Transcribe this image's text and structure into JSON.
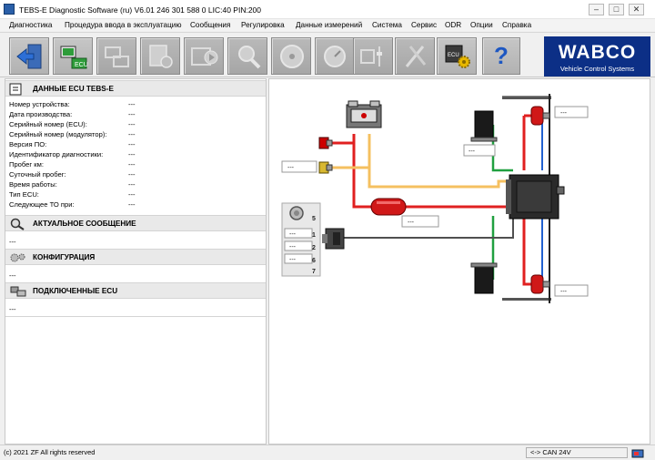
{
  "window": {
    "title": "TEBS-E Diagnostic Software (ru) V6.01  246 301 588 0  LIC:40 PIN:200",
    "controls": [
      "–",
      "□",
      "✕"
    ]
  },
  "menu": [
    "Диагностика",
    "Процедура ввода в эксплуатацию",
    "Сообщения",
    "Регулировка",
    "Данные измерений",
    "Система",
    "Сервис",
    "ODR",
    "Опции",
    "Справка"
  ],
  "toolbar": {
    "buttons": [
      "exit",
      "ecu-connect",
      "transfer",
      "documents",
      "video",
      "search",
      "disc",
      "diagnostic-measure",
      "regulation",
      "ecu-config"
    ],
    "help_label": "?"
  },
  "brand": {
    "name": "WABCO",
    "tagline": "Vehicle Control Systems",
    "color": "#0c2f86"
  },
  "ecu_data": {
    "title": "ДАННЫЕ ECU TEBS-E",
    "fields": [
      {
        "label": "Номер устройства:",
        "value": "---"
      },
      {
        "label": "Дата производства:",
        "value": "---"
      },
      {
        "label": "Серийный номер (ECU):",
        "value": "---"
      },
      {
        "label": "Серийный номер (модулятор):",
        "value": "---"
      },
      {
        "label": "Версия ПО:",
        "value": "---"
      },
      {
        "label": "Идентификатор диагностики:",
        "value": "---"
      },
      {
        "label": "Пробег км:",
        "value": "---"
      },
      {
        "label": "Суточный пробег:",
        "value": "---"
      },
      {
        "label": "Время работы:",
        "value": "---"
      },
      {
        "label": "Тип ECU:",
        "value": "---"
      },
      {
        "label": "Следующее ТО при:",
        "value": "---"
      }
    ]
  },
  "current_message": {
    "title": "АКТУАЛЬНОЕ СООБЩЕНИЕ",
    "value": "---"
  },
  "configuration": {
    "title": "КОНФИГУРАЦИЯ",
    "value": "---"
  },
  "connected_ecu": {
    "title": "ПОДКЛЮЧЕННЫЕ ECU",
    "value": "---"
  },
  "diagram": {
    "port_numbers": [
      "5",
      "1",
      "2",
      "6",
      "7"
    ],
    "placeholder": "---",
    "line_colors": {
      "supply": "#e02020",
      "control": "#f5c060",
      "brake": "#20a040",
      "can": "#2060d0",
      "power": "#505050"
    }
  },
  "status": {
    "copyright": "(c) 2021 ZF All rights reserved",
    "connection": "<-> CAN 24V"
  }
}
